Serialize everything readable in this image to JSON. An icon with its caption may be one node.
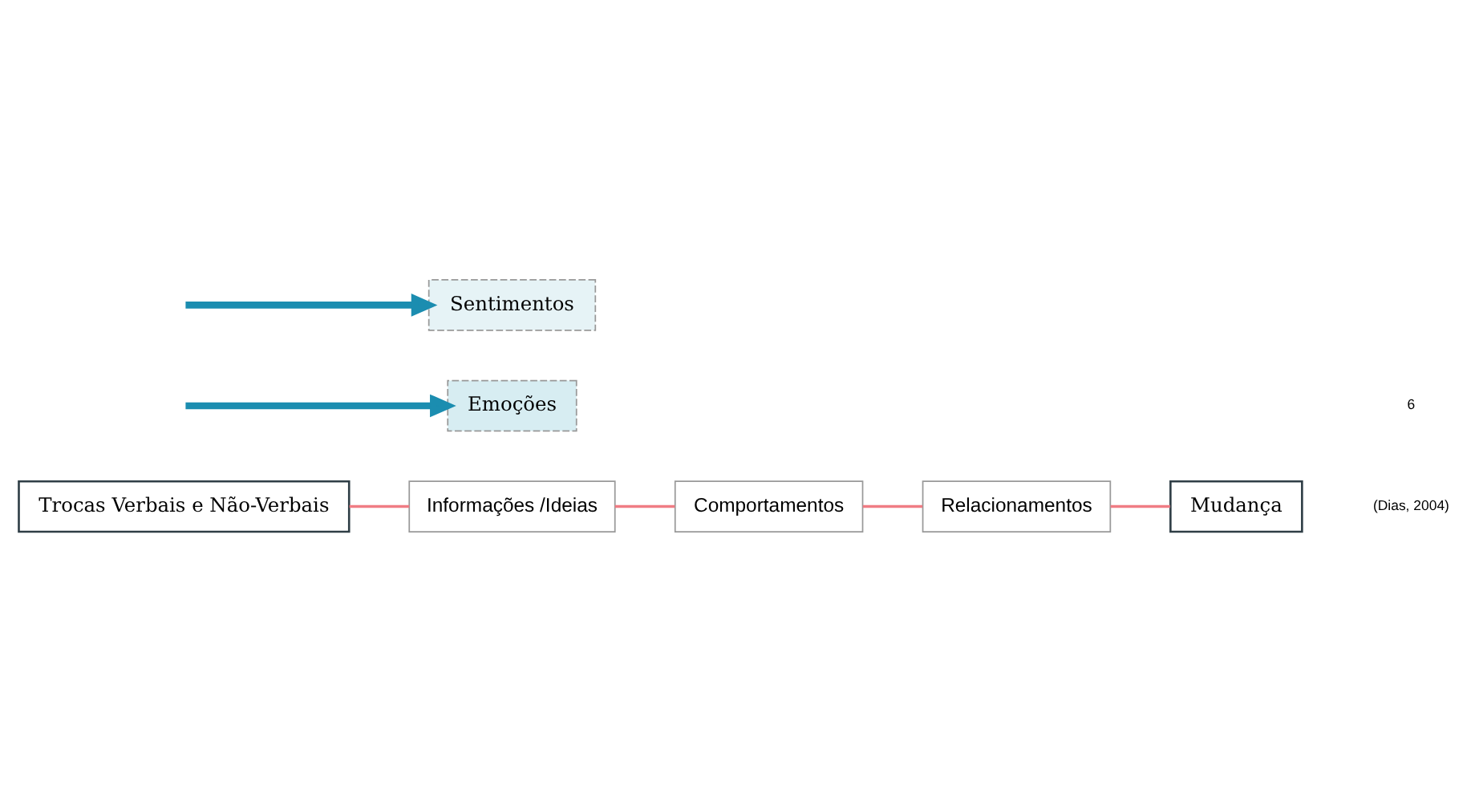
{
  "diagram": {
    "nodes": [
      {
        "text": [
          "Trocas Verbais e Não-Verbais"
        ]
      },
      {
        "text": [
          "Informações /Ideias"
        ]
      },
      {
        "text": [
          "Relacionamentos"
        ]
      },
      {
        "text": [
          "Comportamentos"
        ]
      },
      {
        "text": [
          "Emoções"
        ]
      },
      {
        "text": [
          "Mudança"
        ]
      },
      {
        "text": [
          "Sentimentos"
        ]
      }
    ],
    "edges": [
      {
        "from": 0,
        "to": 1,
        "arrow": "none"
      },
      {
        "from": 1,
        "to": 3,
        "arrow": "none"
      },
      {
        "from": 3,
        "to": 2,
        "arrow": "none"
      },
      {
        "from": 2,
        "to": 5,
        "arrow": "none"
      },
      {
        "from": null,
        "to": 4,
        "arrow": "to",
        "style": "thick",
        "color": "#1b8db0"
      },
      {
        "from": null,
        "to": 6,
        "arrow": "to",
        "style": "thick",
        "color": "#1b8db0"
      }
    ],
    "labels": [
      "(Dias, 2004)",
      "6"
    ]
  }
}
